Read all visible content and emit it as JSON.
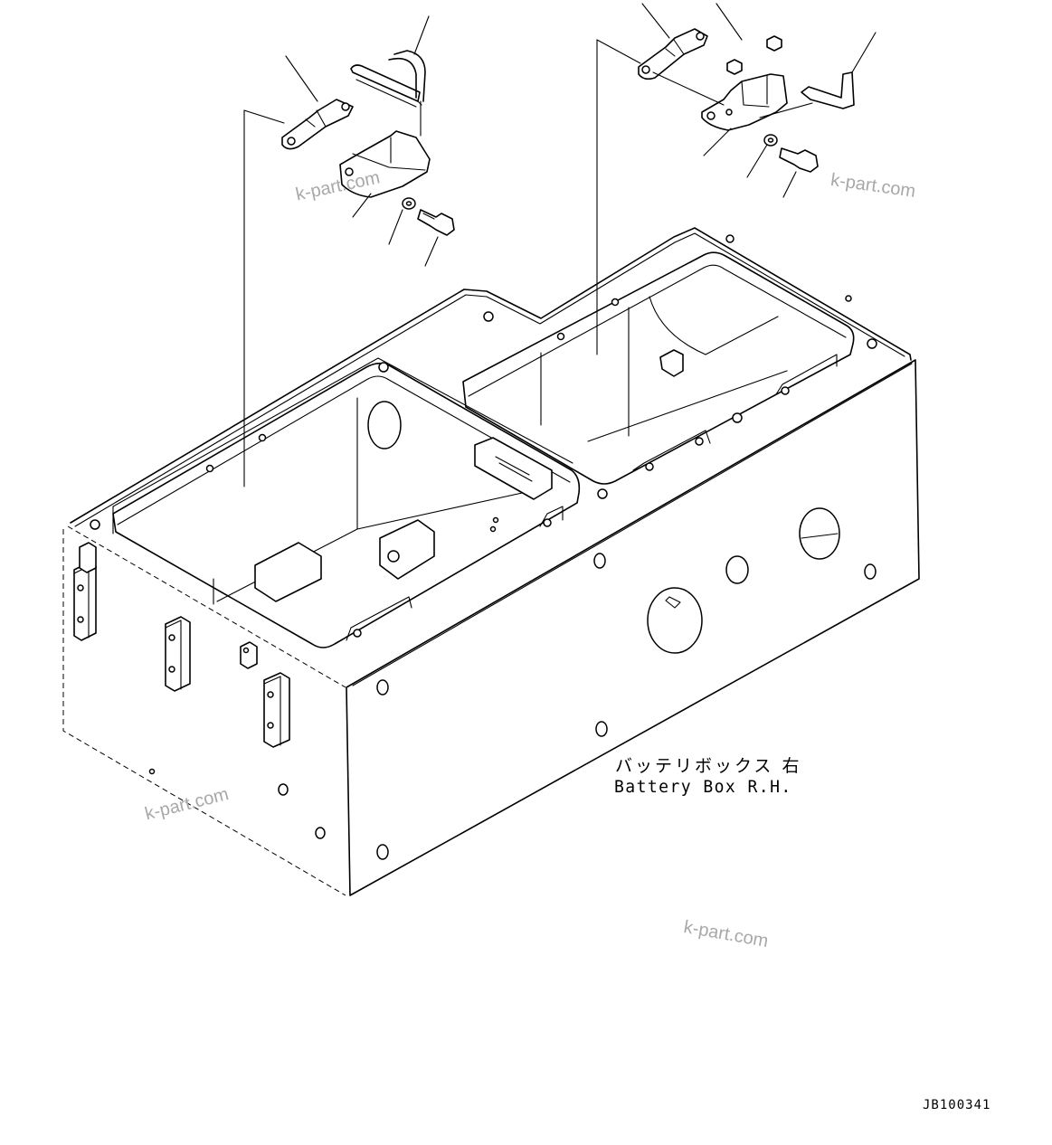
{
  "caption": {
    "japanese": "バッテリボックス 右",
    "english": "Battery Box R.H."
  },
  "drawing_code": "JB100341",
  "watermarks": [
    "k-part.com",
    "k-part.com",
    "k-part.com",
    "k-part.com"
  ]
}
